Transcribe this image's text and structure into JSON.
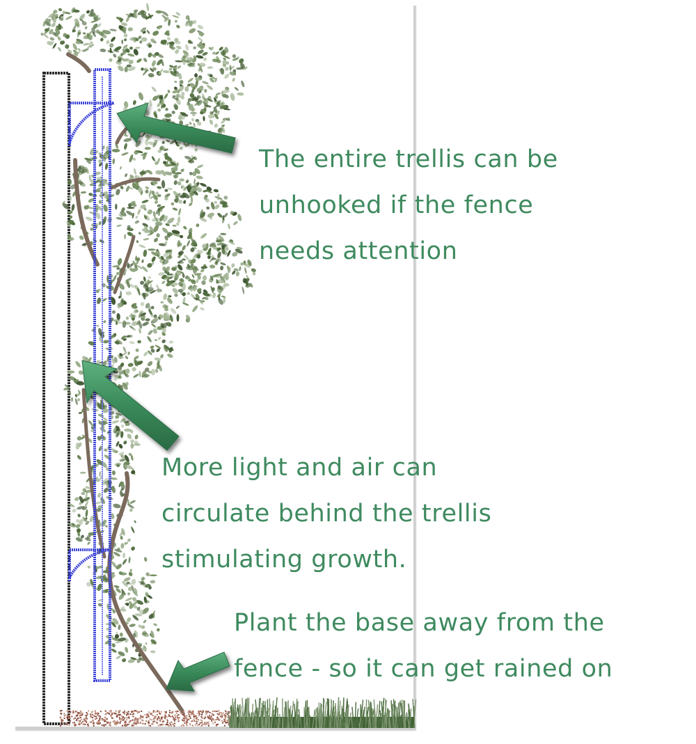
{
  "annotations": {
    "unhook": {
      "lines": [
        "The entire trellis can be",
        "unhooked if the fence",
        "needs attention"
      ]
    },
    "airflow": {
      "lines": [
        "More light and air can",
        "circulate behind the trellis",
        "stimulating growth."
      ]
    },
    "base": {
      "lines": [
        "Plant the base away from the",
        "fence - so it can get rained on"
      ]
    }
  },
  "colors": {
    "text": "#3f8a5f",
    "arrow": "#3a8a5a",
    "trellis": "#3b42d8",
    "fence": "#2a2a2a",
    "foliage": "#4f6b3d",
    "stem": "#7a6a5a",
    "soil": "#9a5a48",
    "grass": "#3f5f33"
  },
  "icons": {
    "arrows": [
      "arrow-left-icon",
      "arrow-up-left-icon",
      "arrow-down-left-icon"
    ]
  }
}
